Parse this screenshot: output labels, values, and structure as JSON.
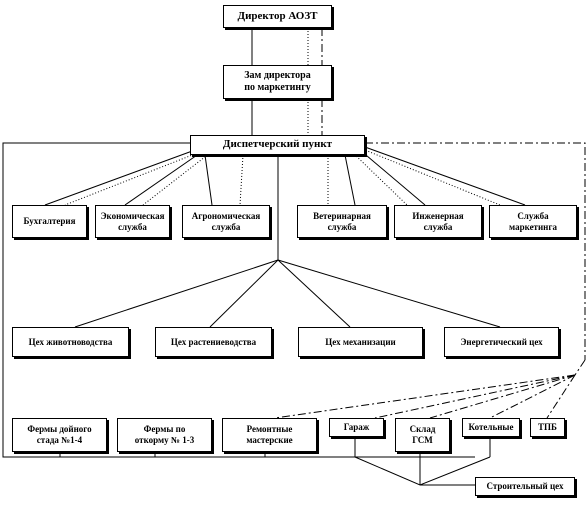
{
  "director": "Директор АОЗТ",
  "deputy": "Зам директора\nпо маркетингу",
  "dispatch": "Диспетчерский пункт",
  "services": [
    "Бухгалтерия",
    "Экономическая\nслужба",
    "Агрономическая\nслужба",
    "Ветеринарная\nслужба",
    "Инженерная\nслужба",
    "Служба\nмаркетинга"
  ],
  "workshops": [
    "Цех животноводства",
    "Цех растениеводства",
    "Цех механизации",
    "Энергетический цех"
  ],
  "units": [
    "Фермы дойного\nстада №1-4",
    "Фермы по\nоткорму № 1-3",
    "Ремонтные\nмастерские",
    "Гараж",
    "Склад\nГСМ",
    "Котельные",
    "ТПБ"
  ],
  "construction": "Строительный цех"
}
